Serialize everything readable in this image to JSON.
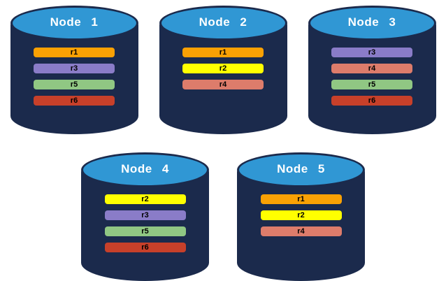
{
  "diagram": {
    "description": "Five database node cylinders holding replica bars",
    "colors": {
      "background": "#ffffff",
      "cylinder_body": "#1B2A4C",
      "cylinder_top": "#3097D4",
      "title_text": "#ffffff",
      "bar_text": "#000000"
    },
    "replica_colors": {
      "r1": "#FAA104",
      "r2": "#FFFF00",
      "r3": "#8A7CC8",
      "r4": "#DD7C6B",
      "r5": "#90C783",
      "r6": "#C7402A"
    },
    "rows": [
      [
        "node-1",
        "node-2",
        "node-3"
      ],
      [
        "node-4",
        "node-5"
      ]
    ],
    "nodes": [
      {
        "id": "node-1",
        "label": "Node 1",
        "replicas": [
          "r1",
          "r3",
          "r5",
          "r6"
        ]
      },
      {
        "id": "node-2",
        "label": "Node 2",
        "replicas": [
          "r1",
          "r2",
          "r4"
        ]
      },
      {
        "id": "node-3",
        "label": "Node 3",
        "replicas": [
          "r3",
          "r4",
          "r5",
          "r6"
        ]
      },
      {
        "id": "node-4",
        "label": "Node 4",
        "replicas": [
          "r2",
          "r3",
          "r5",
          "r6"
        ]
      },
      {
        "id": "node-5",
        "label": "Node 5",
        "replicas": [
          "r1",
          "r2",
          "r4"
        ]
      }
    ]
  }
}
